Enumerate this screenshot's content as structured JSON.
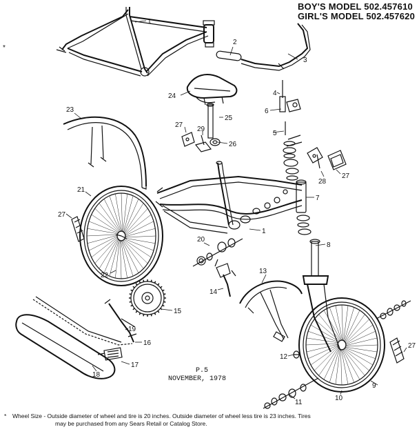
{
  "header": {
    "boys_model": "BOY'S MODEL 502.457610",
    "girls_model": "GIRL'S MODEL 502.457620"
  },
  "date_stamp": {
    "page": "P.5",
    "date": "NOVEMBER, 1978"
  },
  "footnote": {
    "bullet": "*",
    "line1": "Wheel Size - Outside diameter of wheel and tire is 20 inches. Outside diameter of wheel less tire is 23 inches. Tires",
    "line2": "may be purchased from any Sears Retail or Catalog Store."
  },
  "callouts": {
    "c1_top": "1",
    "c2": "2",
    "c3": "3",
    "c4": "4",
    "c5": "5",
    "c6": "6",
    "c7": "7",
    "c8": "8",
    "c9": "9",
    "c10": "10",
    "c11": "11",
    "c12": "12",
    "c13": "13",
    "c14": "14",
    "c15": "15",
    "c16": "16",
    "c17": "17",
    "c18": "18",
    "c19": "19",
    "c20": "20",
    "c21": "21",
    "c22": "22",
    "c23": "23",
    "c24": "24",
    "c25": "25",
    "c26": "26",
    "c27_left": "27",
    "c27_seat": "27",
    "c27_right": "27",
    "c27_wheel": "27",
    "c28": "28",
    "c29": "29",
    "c1_girl": "1",
    "margin_mark": "*"
  }
}
